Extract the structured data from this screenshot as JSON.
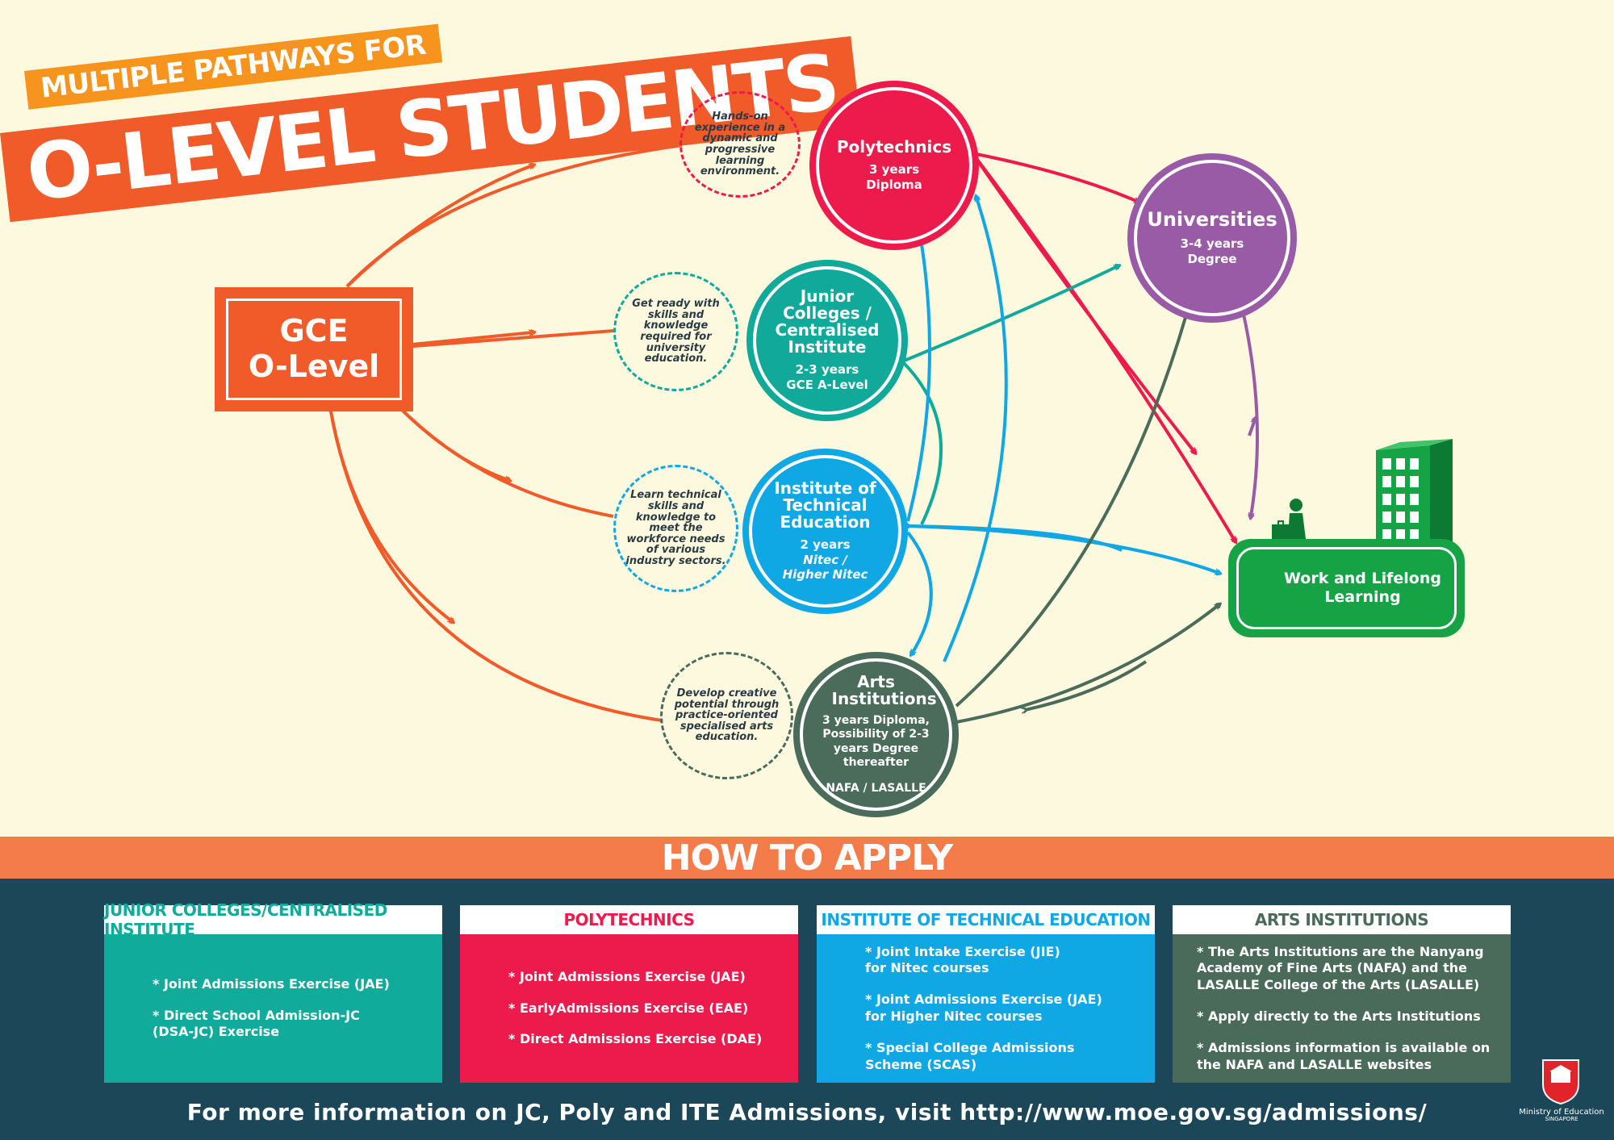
{
  "title": {
    "small": "MULTIPLE PATHWAYS FOR",
    "big": "O-LEVEL STUDENTS"
  },
  "gce": {
    "line1": "GCE",
    "line2": "O-Level"
  },
  "nodes": {
    "poly": {
      "name": "Polytechnics",
      "detail1": "3 years",
      "detail2": "Diploma",
      "color": "#ec1b4c"
    },
    "jc": {
      "name": "Junior Colleges / Centralised Institute",
      "detail1": "2-3 years",
      "detail2": "GCE A-Level",
      "color": "#10a99a"
    },
    "ite": {
      "name": "Institute of Technical Education",
      "detail1": "2 years",
      "detail2": "Nitec /",
      "detail3": "Higher Nitec",
      "color": "#0fa7e4"
    },
    "arts": {
      "name": "Arts Institutions",
      "detail1": "3 years Diploma, Possibility of 2-3 years Degree thereafter",
      "detail2": "NAFA / LASALLE",
      "color": "#4b6b5b"
    },
    "uni": {
      "name": "Universities",
      "detail1": "3-4 years",
      "detail2": "Degree",
      "color": "#9a5ba6"
    },
    "work": {
      "name": "Work and Lifelong Learning",
      "color": "#15a345"
    }
  },
  "notes": {
    "poly": "Hands-on experience in a dynamic and progressive learning environment.",
    "jc": "Get ready with skills and knowledge required for university education.",
    "ite": "Learn technical skills and knowledge to meet the workforce needs of various industry sectors.",
    "arts": "Develop creative potential through practice-oriented specialised arts education."
  },
  "how_to_apply": {
    "heading": "HOW TO APPLY",
    "cards": [
      {
        "title": "JUNIOR COLLEGES/CENTRALISED INSTITUTE",
        "color": "#10ab9a",
        "items": [
          "* Joint Admissions Exercise (JAE)",
          "* Direct School Admission-JC\n(DSA-JC) Exercise"
        ]
      },
      {
        "title": "POLYTECHNICS",
        "color": "#ec1b4c",
        "items": [
          "* Joint Admissions Exercise (JAE)",
          "* EarlyAdmissions Exercise (EAE)",
          "* Direct Admissions Exercise (DAE)"
        ]
      },
      {
        "title": "INSTITUTE OF TECHNICAL EDUCATION",
        "color": "#0fa7e4",
        "items": [
          "* Joint Intake Exercise (JIE)\nfor Nitec courses",
          "* Joint Admissions Exercise (JAE)\nfor Higher Nitec courses",
          "* Special College Admissions\nScheme (SCAS)"
        ]
      },
      {
        "title": "ARTS INSTITUTIONS",
        "color": "#4a6a5a",
        "items": [
          "* The Arts Institutions are the Nanyang\nAcademy of Fine Arts (NAFA) and the\nLASALLE College of the Arts (LASALLE)",
          "* Apply directly to the Arts Institutions",
          "* Admissions information is available on\nthe NAFA and LASALLE websites"
        ]
      }
    ]
  },
  "footer": "For more information on JC, Poly and ITE Admissions, visit http://www.moe.gov.sg/admissions/",
  "logo": {
    "line1": "Ministry of Education",
    "line2": "SINGAPORE"
  }
}
